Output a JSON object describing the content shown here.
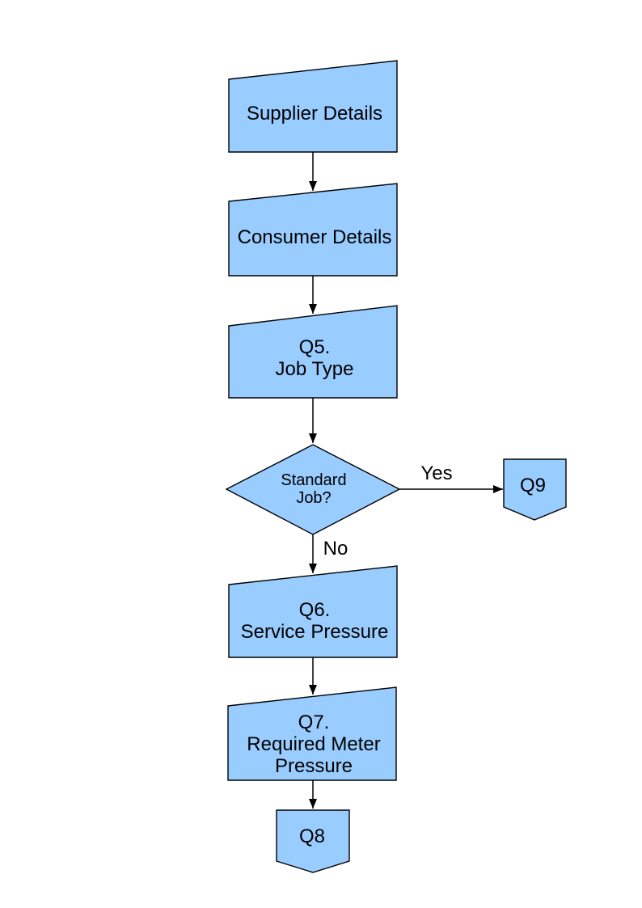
{
  "colors": {
    "node_fill": "#99CCFF",
    "node_border": "#000000",
    "text": "#000000",
    "background": "#FFFFFF"
  },
  "nodes": {
    "supplier": {
      "shape": "manual-input",
      "label": "Supplier Details"
    },
    "consumer": {
      "shape": "manual-input",
      "label": "Consumer Details"
    },
    "q5": {
      "shape": "manual-input",
      "lines": [
        "Q5.",
        "Job Type"
      ]
    },
    "standard_job": {
      "shape": "decision",
      "lines": [
        "Standard",
        "Job?"
      ]
    },
    "q9": {
      "shape": "off-page-connector",
      "label": "Q9"
    },
    "q6": {
      "shape": "manual-input",
      "lines": [
        "Q6.",
        "Service Pressure"
      ]
    },
    "q7": {
      "shape": "manual-input",
      "lines": [
        "Q7.",
        "Required Meter",
        "Pressure"
      ]
    },
    "q8": {
      "shape": "off-page-connector",
      "label": "Q8"
    }
  },
  "edges": [
    {
      "from": "supplier",
      "to": "consumer",
      "label": ""
    },
    {
      "from": "consumer",
      "to": "q5",
      "label": ""
    },
    {
      "from": "q5",
      "to": "standard_job",
      "label": ""
    },
    {
      "from": "standard_job",
      "to": "q9",
      "label": "Yes"
    },
    {
      "from": "standard_job",
      "to": "q6",
      "label": "No"
    },
    {
      "from": "q6",
      "to": "q7",
      "label": ""
    },
    {
      "from": "q7",
      "to": "q8",
      "label": ""
    }
  ]
}
